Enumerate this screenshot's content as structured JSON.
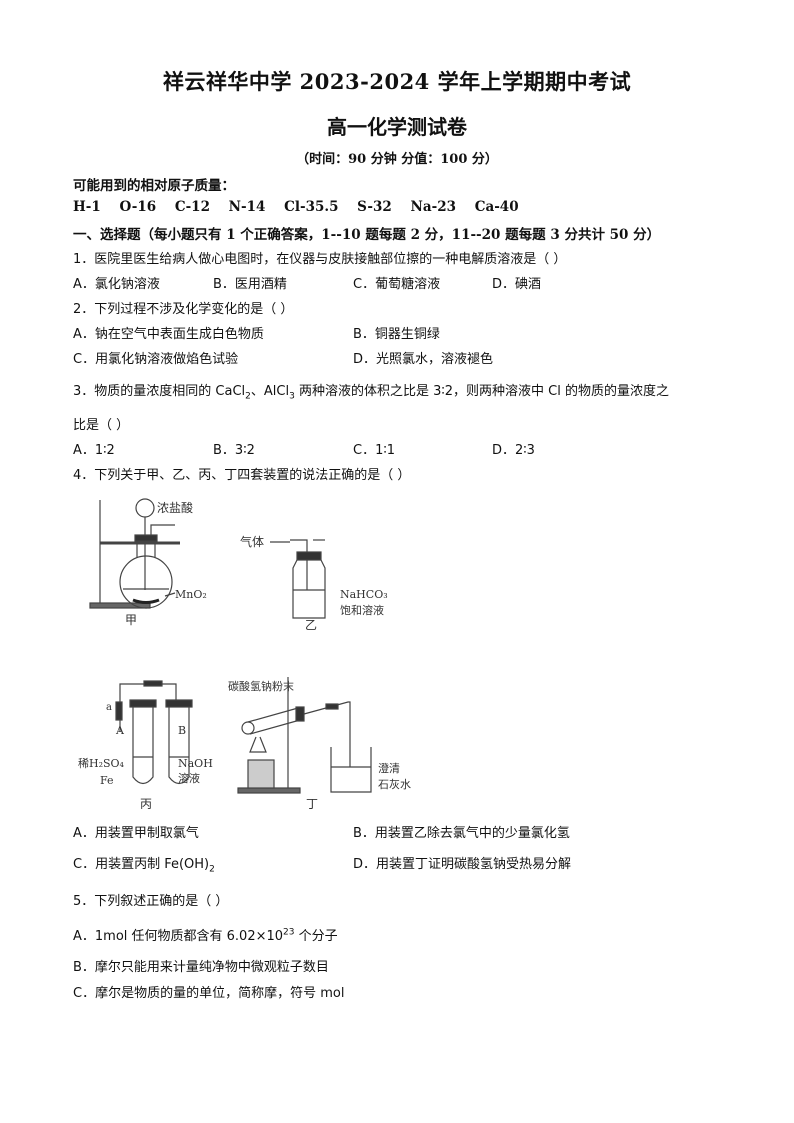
{
  "header": {
    "title": "祥云祥华中学 2023-2024 学年上学期期中考试",
    "subtitle": "高一化学测试卷",
    "meta": "（时间：90 分钟    分值：100 分）"
  },
  "atomic_masses": {
    "label": "可能用到的相对原子质量：",
    "items": [
      "H-1",
      "O-16",
      "C-12",
      "N-14",
      "Cl-35.5",
      "S-32",
      "Na-23",
      "Ca-40"
    ]
  },
  "section1": {
    "heading": "一、选择题（每小题只有 1 个正确答案，1--10 题每题 2 分，11--20 题每题 3 分共计 50 分）"
  },
  "questions": [
    {
      "stem": "1．医院里医生给病人做心电图时，在仪器与皮肤接触部位擦的一种电解质溶液是（     ）",
      "options": [
        "A．氯化钠溶液",
        "B．医用酒精",
        "C．葡萄糖溶液",
        "D．碘酒"
      ]
    },
    {
      "stem": "2．下列过程不涉及化学变化的是（     ）",
      "options": [
        "A．钠在空气中表面生成白色物质",
        "B．铜器生铜绿",
        "C．用氯化钠溶液做焰色试验",
        "D．光照氯水，溶液褪色"
      ]
    },
    {
      "stem_parts": [
        "3．物质的量浓度相同的 CaCl",
        "2",
        "、AlCl",
        "3",
        " 两种溶液的体积之比是 3∶2，则两种溶液中 Cl 的物质的量浓度之"
      ],
      "stem_cont": "比是（     ）",
      "options": [
        "A．1∶2",
        "B．3∶2",
        "C．1∶1",
        "D．2∶3"
      ]
    },
    {
      "stem": "4．下列关于甲、乙、丙、丁四套装置的说法正确的是（     ）",
      "figures": {
        "jia": {
          "caption": "甲",
          "labels": [
            "浓盐酸",
            "MnO₂"
          ]
        },
        "yi": {
          "caption": "乙",
          "labels": [
            "气体",
            "NaHCO₃",
            "饱和溶液"
          ]
        },
        "bing": {
          "caption": "丙",
          "labels": [
            "a",
            "A",
            "B",
            "稀H₂SO₄",
            "Fe",
            "NaOH",
            "溶液"
          ]
        },
        "ding": {
          "caption": "丁",
          "labels": [
            "碳酸氢钠粉末",
            "澄清",
            "石灰水"
          ]
        }
      },
      "options": [
        "A．用装置甲制取氯气",
        "B．用装置乙除去氯气中的少量氯化氢",
        "C．用装置丙制 Fe(OH)",
        "D．用装置丁证明碳酸氢钠受热易分解"
      ],
      "option_c_sub": "2"
    },
    {
      "stem": "5．下列叙述正确的是（     ）",
      "option_a_parts": [
        "A．1mol 任何物质都含有 6.02×10",
        "23",
        " 个分子"
      ],
      "options": [
        "B．摩尔只能用来计量纯净物中微观粒子数目",
        "C．摩尔是物质的量的单位，简称摩，符号 mol"
      ]
    }
  ]
}
